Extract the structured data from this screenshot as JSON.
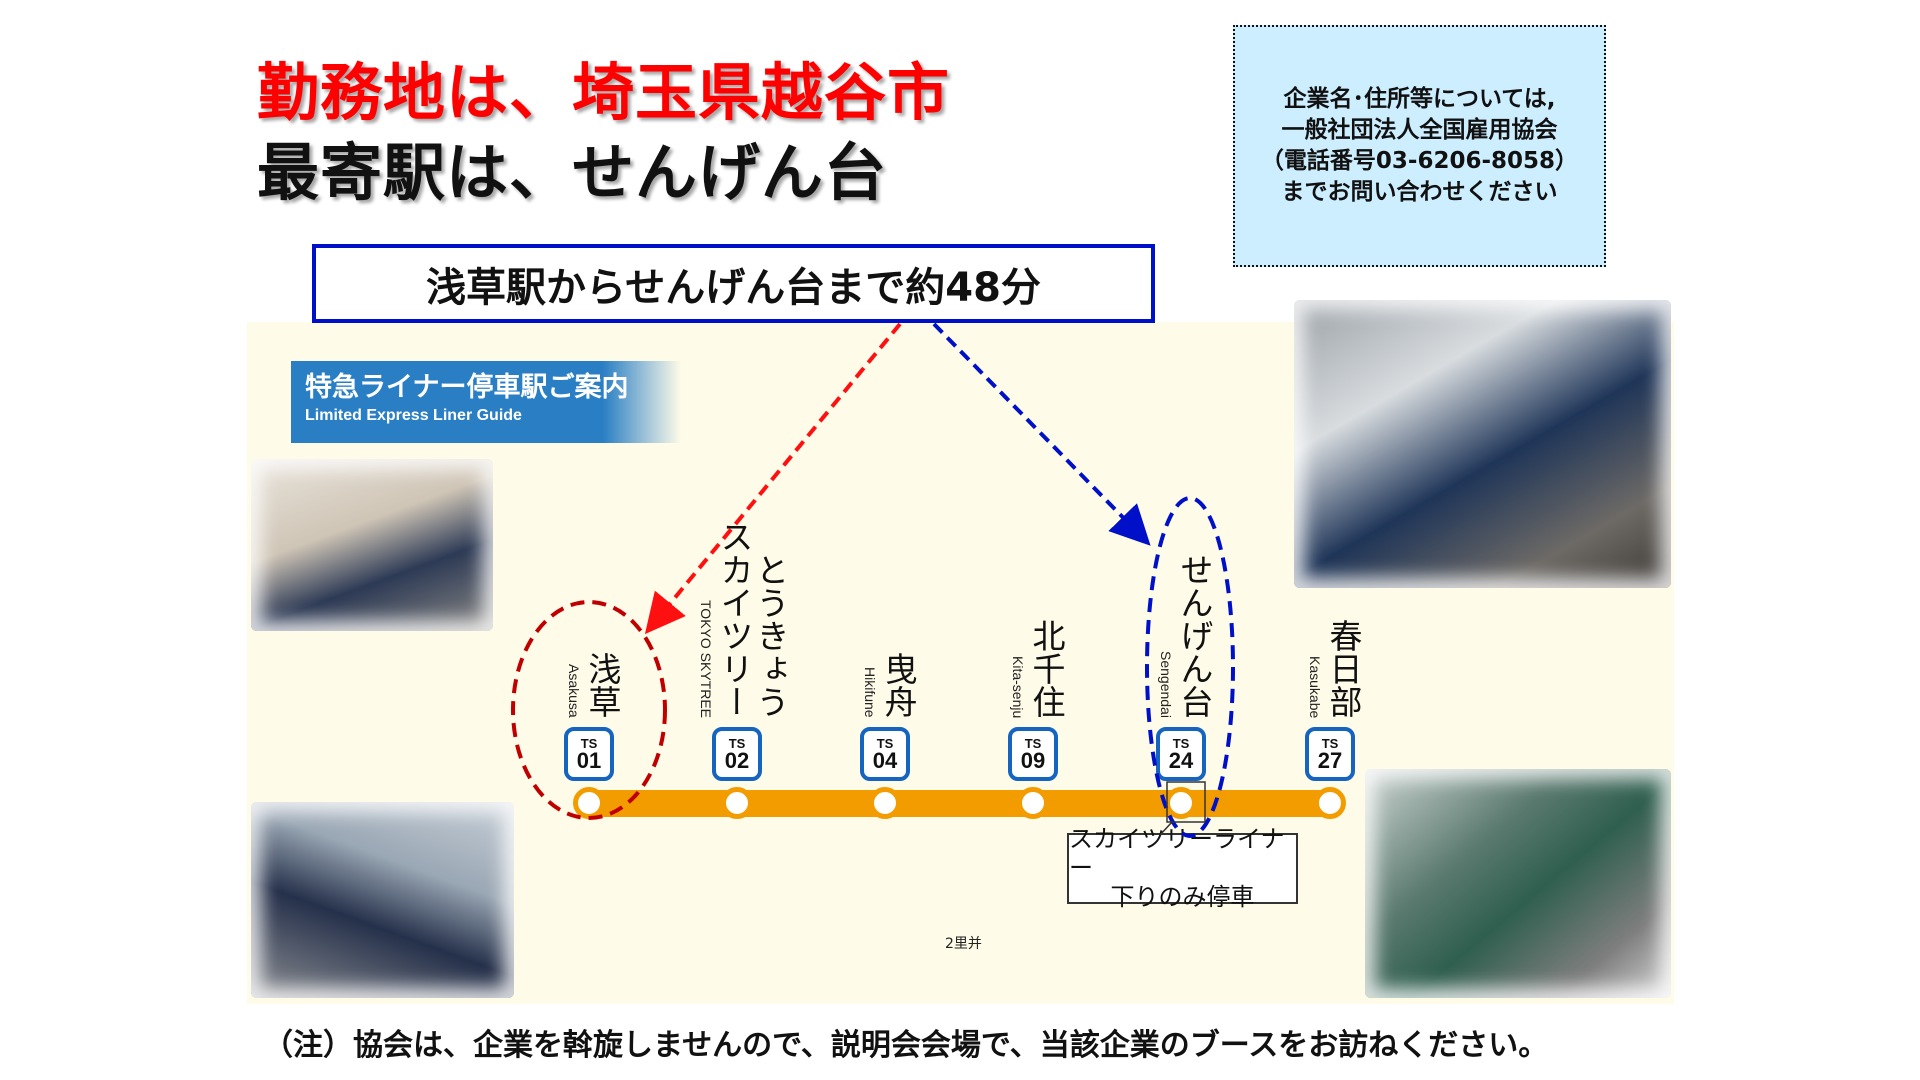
{
  "title": {
    "line1": "勤務地は、埼玉県越谷市",
    "line2": "最寄駅は、せんげん台"
  },
  "info_box": {
    "lines": [
      "企業名･住所等については,",
      "一般社団法人全国雇用協会",
      "（電話番号03-6206-8058）",
      "までお問い合わせください"
    ]
  },
  "travel_time": "浅草駅からせんげん台まで約48分",
  "guide_banner": {
    "jp": "特急ライナー停車駅ご案内",
    "en": "Limited Express Liner Guide"
  },
  "stations": [
    {
      "jp": [
        "浅草"
      ],
      "en": "Asakusa",
      "line": "TS",
      "number": "01"
    },
    {
      "jp": [
        "とうきょう",
        "スカイツリー"
      ],
      "en": "TOKYO SKYTREE",
      "line": "TS",
      "number": "02"
    },
    {
      "jp": [
        "曳舟"
      ],
      "en": "Hikifune",
      "line": "TS",
      "number": "04"
    },
    {
      "jp": [
        "北千住"
      ],
      "en": "Kita-senju",
      "line": "TS",
      "number": "09"
    },
    {
      "jp": [
        "せんげん台"
      ],
      "en": "Sengendai",
      "line": "TS",
      "number": "24"
    },
    {
      "jp": [
        "春日部"
      ],
      "en": "Kasukabe",
      "line": "TS",
      "number": "27"
    }
  ],
  "callout": {
    "line1": "スカイツリーライナー",
    "line2": "下りのみ停車"
  },
  "artifact_text": "2里并",
  "footnote": "（注）協会は、企業を斡旋しませんので、説明会会場で、当該企業のブースをお訪ねください。",
  "colors": {
    "title_red": "#ff0000",
    "line_orange": "#f29c00",
    "badge_blue": "#1565c0",
    "highlight_red": "#c00000",
    "highlight_blue": "#0010c8",
    "info_bg": "#cdeeff",
    "map_bg": "#fefbe8"
  }
}
